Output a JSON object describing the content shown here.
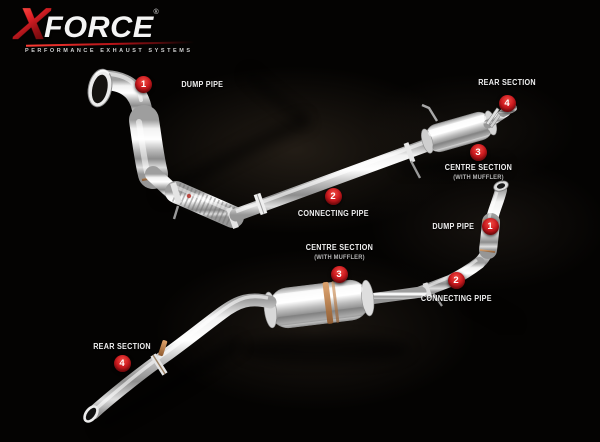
{
  "brand": {
    "x": "X",
    "wordmark": "FORCE",
    "registered": "®",
    "tagline": "PERFORMANCE EXHAUST SYSTEMS"
  },
  "colors": {
    "background": "#040302",
    "badge_red": "#c4151c",
    "brand_red": "#d41a20",
    "label_text": "#f0f0f0",
    "metal_chrome": "#e8e8e8",
    "weld_copper": "#b5793f"
  },
  "parts": {
    "top_system": [
      {
        "num": "1",
        "label": "DUMP PIPE"
      },
      {
        "num": "2",
        "label": "CONNECTING PIPE"
      },
      {
        "num": "3",
        "label": "CENTRE SECTION",
        "sublabel": "(WITH MUFFLER)"
      },
      {
        "num": "4",
        "label": "REAR SECTION"
      }
    ],
    "bottom_system": [
      {
        "num": "1",
        "label": "DUMP PIPE"
      },
      {
        "num": "2",
        "label": "CONNECTING PIPE"
      },
      {
        "num": "3",
        "label": "CENTRE SECTION",
        "sublabel": "(WITH MUFFLER)"
      },
      {
        "num": "4",
        "label": "REAR SECTION"
      }
    ]
  }
}
